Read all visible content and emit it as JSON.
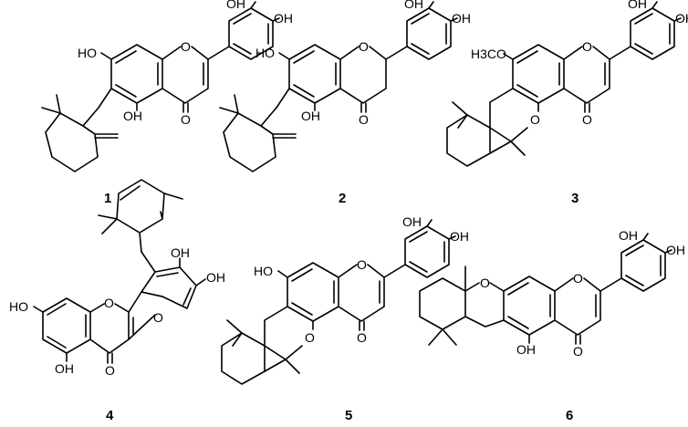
{
  "compounds": [
    {
      "number": "1",
      "labels": {
        "oh_b3": "OH",
        "oh_b4": "OH",
        "oh_a7": "HO",
        "oh_a5": "OH",
        "o_ring": "O",
        "o_keto": "O"
      }
    },
    {
      "number": "2",
      "labels": {
        "oh_b3": "OH",
        "oh_b4": "OH",
        "oh_a7": "HO",
        "oh_a5": "OH",
        "o_ring": "O",
        "o_keto": "O"
      }
    },
    {
      "number": "3",
      "labels": {
        "oh_b3": "OH",
        "oh_b4": "OH",
        "ome_a": "H3CO",
        "o_ring": "O",
        "o_pyran": "O",
        "o_keto": "O"
      }
    },
    {
      "number": "4",
      "labels": {
        "oh_1": "OH",
        "oh_2": "OH",
        "oh_3": "HO",
        "oh_4": "OH",
        "o_ring": "O",
        "o_furan": "O",
        "o_keto": "O"
      }
    },
    {
      "number": "5",
      "labels": {
        "oh_b3": "OH",
        "oh_b4": "OH",
        "oh_a": "HO",
        "o_ring": "O",
        "o_pyran": "O",
        "o_keto": "O"
      }
    },
    {
      "number": "6",
      "labels": {
        "oh_b3": "OH",
        "oh_b4": "OH",
        "oh_a5": "OH",
        "o_ring": "O",
        "o_pyran": "O",
        "o_keto": "O"
      }
    }
  ]
}
